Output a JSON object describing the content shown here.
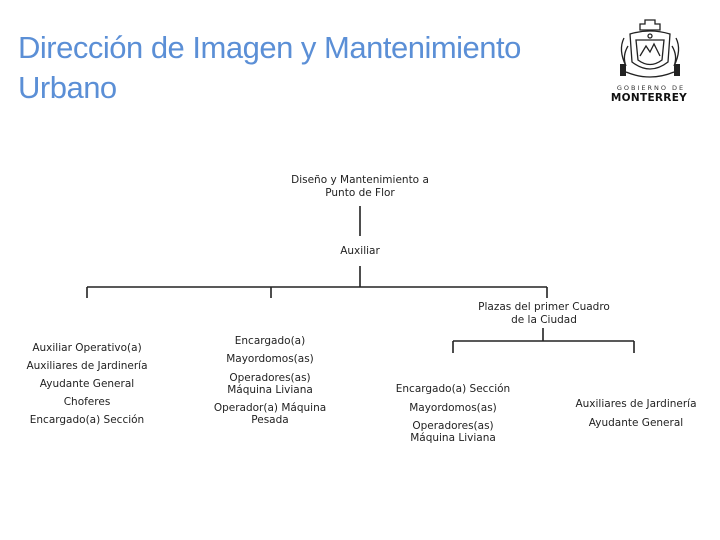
{
  "header": {
    "title_line1": "Dirección de Imagen y Mantenimiento",
    "title_line2": "Urbano"
  },
  "logo": {
    "icon": "city-crest-icon",
    "top_text": "GOBIERNO DE",
    "main_text": "MONTERREY"
  },
  "org": {
    "root": "Diseño y Mantenimiento a Punto de Flor",
    "level2": "Auxiliar",
    "plazas": "Plazas del primer Cuadro de la Ciudad",
    "col1": [
      "Auxiliar Operativo(a)",
      "Auxiliares de Jardinería",
      "Ayudante General",
      "Choferes",
      "Encargado(a) Sección"
    ],
    "col2": [
      "Encargado(a)",
      "Mayordomos(as)",
      "Operadores(as) Máquina Liviana",
      "Operador(a) Máquina Pesada"
    ],
    "col3": [
      "Encargado(a) Sección",
      "Mayordomos(as)",
      "Operadores(as) Máquina Liviana"
    ],
    "col4": [
      "Auxiliares de Jardinería",
      "Ayudante General"
    ]
  }
}
